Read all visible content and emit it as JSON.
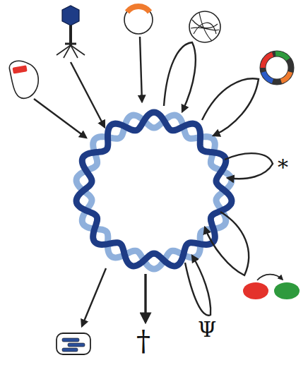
{
  "diagram": {
    "labels": [
      "*",
      "Ψ",
      "†"
    ]
  }
}
